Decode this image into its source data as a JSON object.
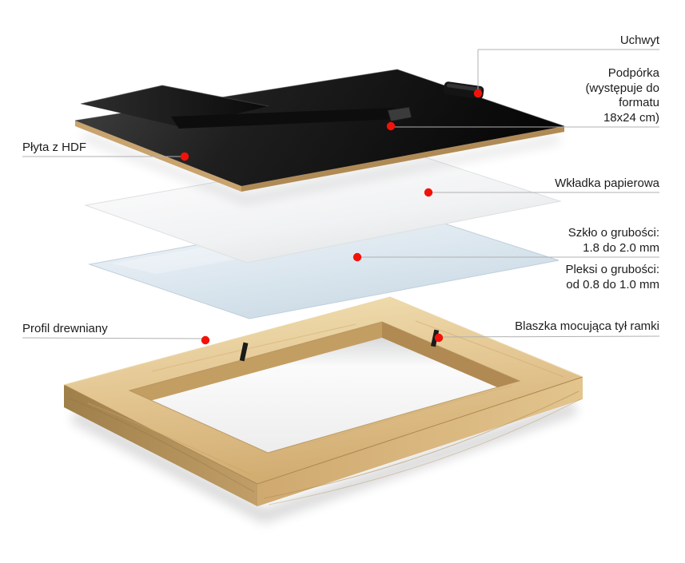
{
  "labels": {
    "uchwyt": "Uchwyt",
    "podporka": "Podpórka\n(występuje do\nformatu\n18x24 cm)",
    "plyta_hdf": "Płyta z HDF",
    "wkladka_papierowa": "Wkładka papierowa",
    "szklo": "Szkło o grubości:\n1.8 do 2.0 mm",
    "pleksi": "Pleksi o grubości:\nod 0.8 do 1.0 mm",
    "profil_drewniany": "Profil drewniany",
    "blaszka": "Blaszka mocująca tył ramki"
  },
  "colors": {
    "background": "#ffffff",
    "accent_marker": "#f2120a",
    "connector_line": "#b0b0b0",
    "label_text": "#1c1c1c",
    "hdf_black": "#141414",
    "hdf_edge": "#c9a36d",
    "paper_white": "#f5f5f7",
    "glass_blue": "#d9e5ee",
    "wood_light": "#ecd6a6",
    "wood_shadow": "#b28d55"
  }
}
